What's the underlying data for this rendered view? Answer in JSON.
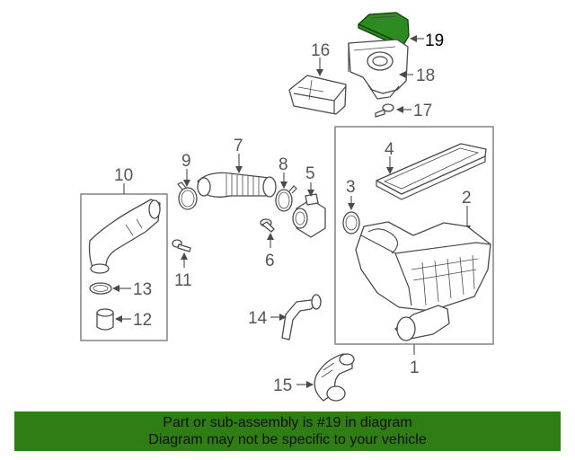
{
  "callouts": {
    "c1": "1",
    "c2": "2",
    "c3": "3",
    "c4": "4",
    "c5": "5",
    "c6": "6",
    "c7": "7",
    "c8": "8",
    "c9": "9",
    "c10": "10",
    "c11": "11",
    "c12": "12",
    "c13": "13",
    "c14": "14",
    "c15": "15",
    "c16": "16",
    "c17": "17",
    "c18": "18",
    "c19": "19"
  },
  "highlight": {
    "part": "19",
    "color": "#2e8b22"
  },
  "banner": {
    "line1": "Part or sub-assembly is #19 in diagram",
    "line2": "Diagram may not be specific to your vehicle",
    "color": "#2f7d14"
  }
}
